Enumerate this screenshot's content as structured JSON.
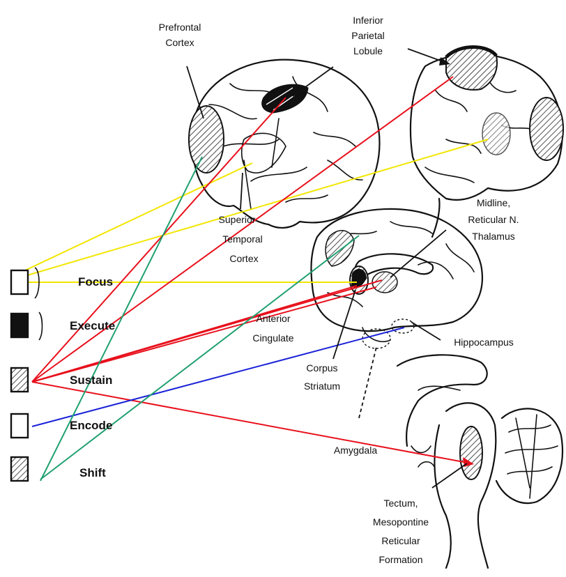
{
  "legend": [
    {
      "label": "Focus",
      "swatch": "white"
    },
    {
      "label": "Execute",
      "swatch": "black"
    },
    {
      "label": "Sustain",
      "swatch": "hatched"
    },
    {
      "label": "Encode",
      "swatch": "white"
    },
    {
      "label": "Shift",
      "swatch": "hatched"
    }
  ],
  "labels": {
    "prefrontal": [
      "Prefrontal",
      "Cortex"
    ],
    "inferior_parietal": [
      "Inferior",
      "Parietal",
      "Lobule"
    ],
    "superior_temporal": [
      "Superior",
      "Temporal",
      "Cortex"
    ],
    "midline_thalamus": [
      "Midline,",
      "Reticular N.",
      "Thalamus"
    ],
    "anterior_cingulate": [
      "Anterior",
      "Cingulate"
    ],
    "hippocampus": [
      "Hippocampus"
    ],
    "corpus_striatum": [
      "Corpus",
      "Striatum"
    ],
    "amygdala": [
      "Amygdala"
    ],
    "tectum": [
      "Tectum,",
      "Mesopontine",
      "Reticular",
      "Formation"
    ]
  },
  "line_colors": {
    "focus": "#f2e600",
    "sustain": "#e8101c",
    "encode": "#1a22d8",
    "shift": "#20a070"
  }
}
